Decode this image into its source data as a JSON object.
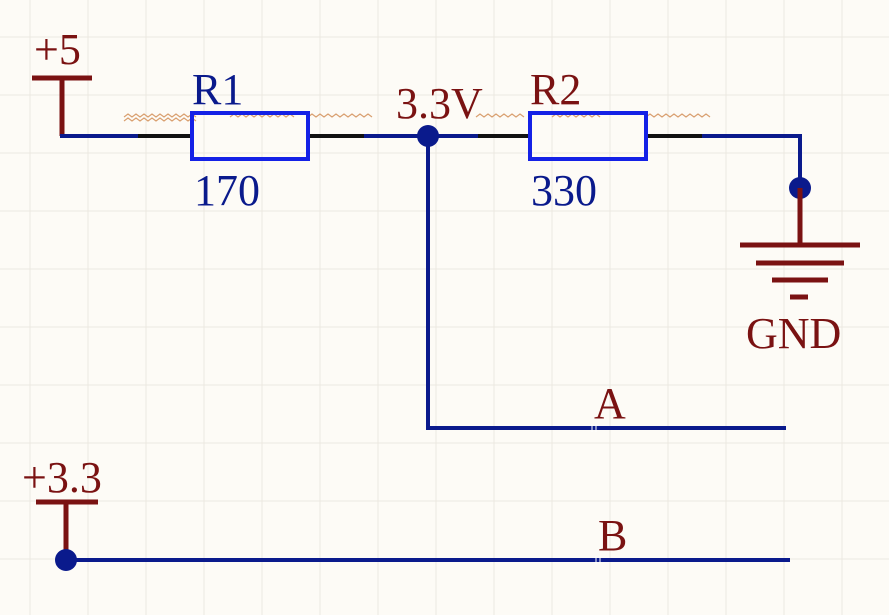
{
  "power_ports": {
    "supply_5v": "+5",
    "supply_3v3": "+3.3",
    "ground": "GND"
  },
  "resistors": [
    {
      "designator": "R1",
      "value": "170"
    },
    {
      "designator": "R2",
      "value": "330"
    }
  ],
  "net_labels": {
    "divider_node": "3.3V",
    "net_a": "A",
    "net_b": "B"
  },
  "colors": {
    "background": "#fdfbf6",
    "wire": "#0a1a8c",
    "component_body": "#1421e6",
    "power_symbol": "#7a1212",
    "pin": "#111111"
  }
}
